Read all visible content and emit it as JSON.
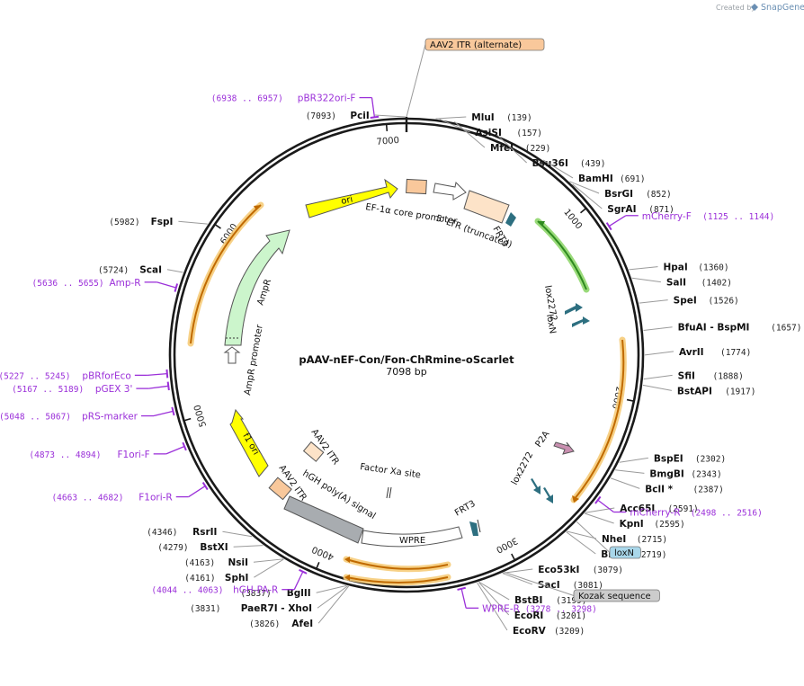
{
  "app": {
    "credit_text": "Created by",
    "brand": "SnapGene"
  },
  "plasmid": {
    "name": "pAAV-nEF-Con/Fon-ChRmine-oScarlet",
    "size_bp": 7098,
    "size_label": "7098 bp"
  },
  "ticks": [
    "1000",
    "2000",
    "3000",
    "4000",
    "5000",
    "6000",
    "7000"
  ],
  "enzymes_right": [
    {
      "name": "MluI",
      "pos": "(139)",
      "bp": 139
    },
    {
      "name": "AsiSI",
      "pos": "(157)",
      "bp": 157
    },
    {
      "name": "MfeI",
      "pos": "(229)",
      "bp": 229
    },
    {
      "name": "Bsu36I",
      "pos": "(439)",
      "bp": 439
    },
    {
      "name": "BamHI",
      "pos": "(691)",
      "bp": 691
    },
    {
      "name": "BsrGI",
      "pos": "(852)",
      "bp": 852
    },
    {
      "name": "SgrAI",
      "pos": "(871)",
      "bp": 871
    },
    {
      "name": "HpaI",
      "pos": "(1360)",
      "bp": 1360
    },
    {
      "name": "SalI",
      "pos": "(1402)",
      "bp": 1402
    },
    {
      "name": "SpeI",
      "pos": "(1526)",
      "bp": 1526
    },
    {
      "name": "BfuAI - BspMI",
      "pos": "(1657)",
      "bp": 1657
    },
    {
      "name": "AvrII",
      "pos": "(1774)",
      "bp": 1774
    },
    {
      "name": "SfiI",
      "pos": "(1888)",
      "bp": 1888
    },
    {
      "name": "BstAPI",
      "pos": "(1917)",
      "bp": 1917
    },
    {
      "name": "BspEI",
      "pos": "(2302)",
      "bp": 2302
    },
    {
      "name": "BmgBI",
      "pos": "(2343)",
      "bp": 2343
    },
    {
      "name": "BclI *",
      "pos": "(2387)",
      "bp": 2387
    },
    {
      "name": "Acc65I",
      "pos": "(2591)",
      "bp": 2591
    },
    {
      "name": "KpnI",
      "pos": "(2595)",
      "bp": 2595
    },
    {
      "name": "NheI",
      "pos": "(2715)",
      "bp": 2715
    },
    {
      "name": "BmtI",
      "pos": "(2719)",
      "bp": 2719
    },
    {
      "name": "Eco53kI",
      "pos": "(3079)",
      "bp": 3079
    },
    {
      "name": "SacI",
      "pos": "(3081)",
      "bp": 3081
    },
    {
      "name": "BstBI",
      "pos": "(3199)",
      "bp": 3199
    },
    {
      "name": "EcoRI",
      "pos": "(3201)",
      "bp": 3201
    },
    {
      "name": "EcoRV",
      "pos": "(3209)",
      "bp": 3209
    }
  ],
  "enzymes_left": [
    {
      "name": "PciI",
      "pos": "(7093)",
      "bp": 7093
    },
    {
      "name": "FspI",
      "pos": "(5982)",
      "bp": 5982
    },
    {
      "name": "ScaI",
      "pos": "(5724)",
      "bp": 5724
    },
    {
      "name": "RsrII",
      "pos": "(4346)",
      "bp": 4346
    },
    {
      "name": "BstXI",
      "pos": "(4279)",
      "bp": 4279
    },
    {
      "name": "NsiI",
      "pos": "(4163)",
      "bp": 4163
    },
    {
      "name": "SphI",
      "pos": "(4161)",
      "bp": 4161
    },
    {
      "name": "BglII",
      "pos": "(3837)",
      "bp": 3837
    },
    {
      "name": "PaeR7I - XhoI",
      "pos": "(3831)",
      "bp": 3831
    },
    {
      "name": "AfeI",
      "pos": "(3826)",
      "bp": 3826
    }
  ],
  "primers": [
    {
      "name": "pBR322ori-F",
      "range": "(6938 .. 6957)",
      "bp": 6947
    },
    {
      "name": "mCherry-F",
      "range": "(1125 .. 1144)",
      "bp": 1134
    },
    {
      "name": "Amp-R",
      "range": "(5636 .. 5655)",
      "bp": 5645
    },
    {
      "name": "pBRforEco",
      "range": "(5227 .. 5245)",
      "bp": 5236
    },
    {
      "name": "pGEX 3'",
      "range": "(5167 .. 5189)",
      "bp": 5178
    },
    {
      "name": "pRS-marker",
      "range": "(5048 .. 5067)",
      "bp": 5057
    },
    {
      "name": "F1ori-F",
      "range": "(4873 .. 4894)",
      "bp": 4883
    },
    {
      "name": "F1ori-R",
      "range": "(4663 .. 4682)",
      "bp": 4672
    },
    {
      "name": "mCherry-R",
      "range": "(2498 .. 2516)",
      "bp": 2507
    },
    {
      "name": "hGH-PA-R",
      "range": "(4044 .. 4063)",
      "bp": 4053
    },
    {
      "name": "WPRE-R",
      "range": "(3278 .. 3298)",
      "bp": 3288
    }
  ],
  "boxed_labels": [
    {
      "text": "AAV2 ITR (alternate)",
      "color": "#f9c89b",
      "bp": 7098
    },
    {
      "text": "loxN",
      "color": "#a9d7ea",
      "bp": 2650
    },
    {
      "text": "Kozak sequence",
      "color": "#cccccc",
      "bp": 3070
    }
  ],
  "feature_labels": {
    "ori": "ori",
    "ef1a": "EF-1α core promoter",
    "ltr": "5' LTR (truncated)",
    "frt3_top": "FRT3",
    "lox2272_top": "lox2272",
    "loxn_top": "loxN",
    "p2a": "P2A",
    "lox2272_bot": "lox2272",
    "frt3_bot": "FRT3",
    "wpre": "WPRE",
    "factor_xa": "Factor Xa site",
    "hgh": "hGH poly(A) signal",
    "aav2_itr_a": "AAV2 ITR",
    "aav2_itr_b": "AAV2 ITR",
    "f1ori": "f1 ori",
    "ampr": "AmpR",
    "ampr_promoter": "AmpR promoter"
  },
  "colors": {
    "backbone": "#1a1a1a",
    "ori": "#ffff00",
    "ampr": "#ccf5cc",
    "itr": "#f9c89b",
    "ltr": "#fde3c8",
    "frt": "#2d6f80",
    "p2a": "#c98fb0",
    "hgh": "#a8acb0",
    "primer": "#9b30d9",
    "orf_glow": "#f6cc7a",
    "mcherry_glow": "#8fd66b"
  }
}
